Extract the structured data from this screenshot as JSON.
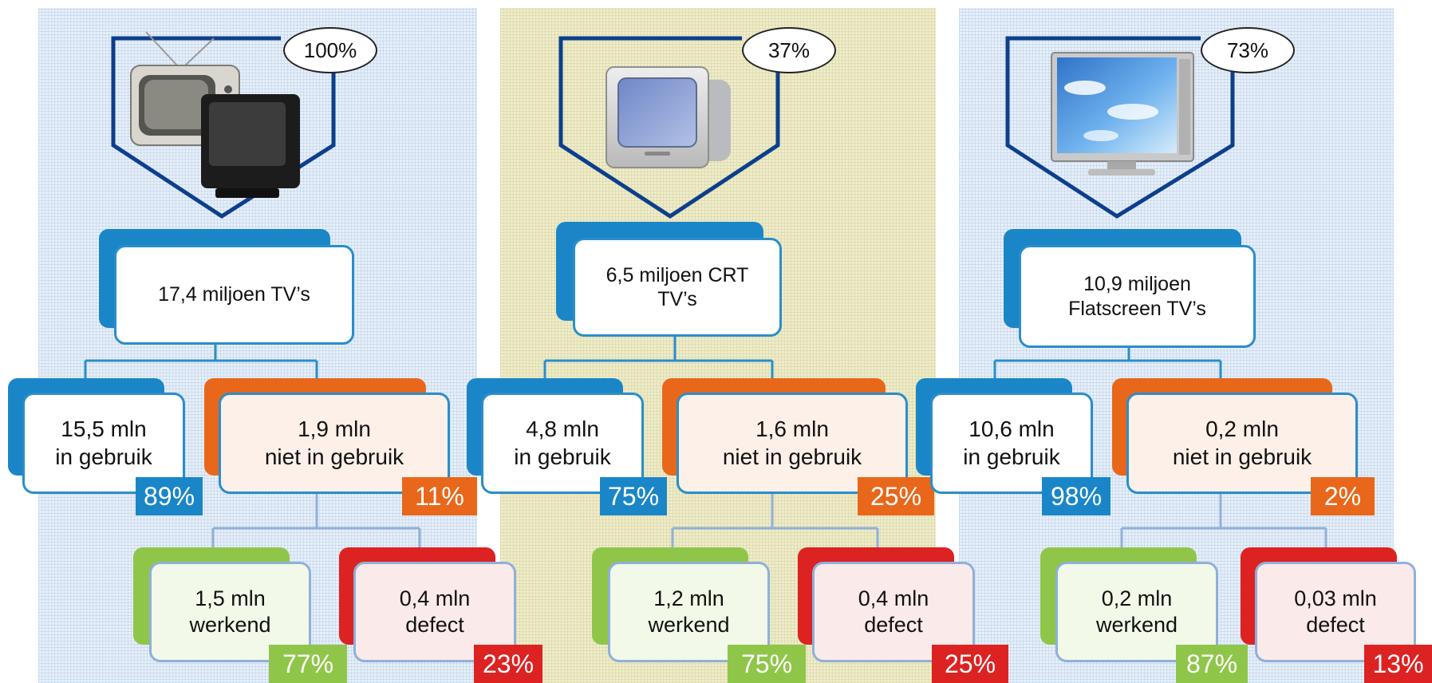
{
  "colors": {
    "blue": "#1a86c8",
    "orange": "#e8671b",
    "green": "#8fc649",
    "red": "#dd2222",
    "navy": "#0c3f8c",
    "connector": "#2a8ecb",
    "connector_light": "#8fb0d8"
  },
  "panels": [
    {
      "tv_icon": "old-tv-set-icon",
      "share": "100%",
      "total": [
        "17,4 miljoen TV’s"
      ],
      "in_use": {
        "value": "15,5 mln",
        "label": "in gebruik",
        "pct": "89%"
      },
      "not_in_use": {
        "value": "1,9 mln",
        "label": "niet in gebruik",
        "pct": "11%"
      },
      "working": {
        "value": "1,5 mln",
        "label": "werkend",
        "pct": "77%"
      },
      "defect": {
        "value": "0,4 mln",
        "label": "defect",
        "pct": "23%"
      }
    },
    {
      "tv_icon": "crt-tv-icon",
      "share": "37%",
      "total": [
        "6,5 miljoen CRT",
        "TV’s"
      ],
      "in_use": {
        "value": "4,8 mln",
        "label": "in gebruik",
        "pct": "75%"
      },
      "not_in_use": {
        "value": "1,6 mln",
        "label": "niet in gebruik",
        "pct": "25%"
      },
      "working": {
        "value": "1,2 mln",
        "label": "werkend",
        "pct": "75%"
      },
      "defect": {
        "value": "0,4 mln",
        "label": "defect",
        "pct": "25%"
      }
    },
    {
      "tv_icon": "flatscreen-tv-icon",
      "share": "73%",
      "total": [
        "10,9 miljoen",
        "Flatscreen TV’s"
      ],
      "in_use": {
        "value": "10,6 mln",
        "label": "in gebruik",
        "pct": "98%"
      },
      "not_in_use": {
        "value": "0,2 mln",
        "label": "niet in gebruik",
        "pct": "2%"
      },
      "working": {
        "value": "0,2 mln",
        "label": "werkend",
        "pct": "87%"
      },
      "defect": {
        "value": "0,03 mln",
        "label": "defect",
        "pct": "13%"
      }
    }
  ]
}
